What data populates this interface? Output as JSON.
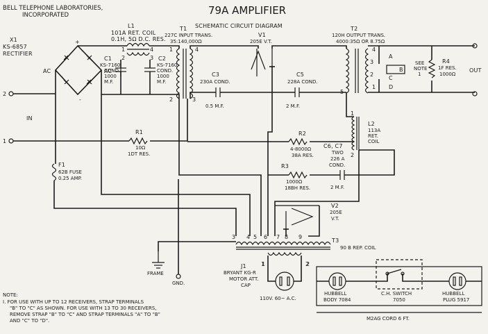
{
  "header": {
    "company_line1": "BELL TELEPHONE LABORATORIES,",
    "company_line2": "INCORPORATED",
    "title": "79A AMPLIFIER",
    "subtitle": "SCHEMATIC CIRCUIT DIAGRAM"
  },
  "rectifier": {
    "ref": "X1",
    "part": "KS-6857",
    "name": "RECTIFIER",
    "ac1": "AC",
    "ac2": "AC",
    "plus": "+",
    "minus": "-"
  },
  "coil_L1": {
    "line1": "L1",
    "line2": "101A RET. COIL",
    "line3": "0.1H, 5Ω D.C. RES."
  },
  "cap_C1": {
    "line1": "C1",
    "line2": "KS-7160",
    "line3": "COND.",
    "line4": "1000",
    "line5": "M.F."
  },
  "cap_C2": {
    "line1": "C2",
    "line2": "KS-7160",
    "line3": "COND.",
    "line4": "1000",
    "line5": "M.F."
  },
  "trans_T1": {
    "line1": "T1",
    "line2": "227C INPUT TRANS.",
    "line3": "35:140,000Ω"
  },
  "tube_V1": {
    "line1": "V1",
    "line2": "205E V.T."
  },
  "trans_T2": {
    "line1": "T2",
    "line2": "120H OUTPUT TRANS.",
    "line3": "4000:35Ω OR 8.75Ω"
  },
  "cap_C3": {
    "line1": "C3",
    "line2": "230A COND.",
    "line3": "0.5 M.F."
  },
  "cap_C5": {
    "line1": "C5",
    "line2": "228A COND.",
    "line3": "2 M.F."
  },
  "note_ref": {
    "line1": "SEE",
    "line2": "NOTE",
    "line3": "1"
  },
  "res_R4": {
    "line1": "R4",
    "line2": "1F RES.",
    "line3": "1000Ω"
  },
  "output_label": "OUT",
  "input_label": "IN",
  "res_R1": {
    "line1": "R1",
    "line2": "10Ω",
    "line3": "1DT RES."
  },
  "coil_L2": {
    "line1": "L2",
    "line2": "113A",
    "line3": "RET.",
    "line4": "COIL"
  },
  "res_R2": {
    "line1": "R2",
    "line2": "4-8000Ω",
    "line3": "38A RES."
  },
  "cap_C6C7": {
    "line1": "C6, C7",
    "line2": "TWO",
    "line3": "226 A",
    "line4": "COND."
  },
  "res_R3": {
    "line1": "R3",
    "line2": "1000Ω",
    "line3": "18BH RES."
  },
  "c6_value": "2 M.F.",
  "fuse_F1": {
    "line1": "F1",
    "line2": "62B FUSE",
    "line3": "0.25 AMP."
  },
  "tube_V2": {
    "line1": "V2",
    "line2": "205E",
    "line3": "V.T."
  },
  "coil_T3": {
    "line1": "T3",
    "line2": "90 B REP. COIL"
  },
  "ground": {
    "frame": "FRAME",
    "gnd": "GND."
  },
  "jack_J1": {
    "line1": "J1",
    "line2": "BRYANT KG-R",
    "line3": "MOTOR ATT.",
    "line4": "CAP",
    "supply": "110V. 60~ A.C."
  },
  "cord": {
    "body_line1": "HUBBELL",
    "body_line2": "BODY 7084",
    "switch_line1": "C.H. SWITCH",
    "switch_line2": "7050",
    "plug_line1": "HUBBELL",
    "plug_line2": "PLUG 5917",
    "caption": "M2AG CORD 6 FT."
  },
  "note": {
    "heading": "NOTE:",
    "line1": "I. FOR USE WITH UP TO 12 RECEIVERS, STRAP TERMINALS",
    "line2": "\"B\" TO \"C\" AS SHOWN. FOR USE WITH 13 TO 30 RECEIVERS,",
    "line3": "REMOVE STRAP \"B\" TO \"C\" AND STRAP TERMINALS \"A\" TO \"B\"",
    "line4": "AND \"C\" TO \"D\"."
  },
  "pins": {
    "input_1": "1",
    "input_2": "2",
    "t1_1": "1",
    "t1_2": "2",
    "t1_3": "3",
    "t1_4": "4",
    "l1_1": "1",
    "l1_2": "2",
    "l1_3": "3",
    "l1_4": "4",
    "t2_1": "1",
    "t2_2": "2",
    "t2_3": "3",
    "t2_4": "4",
    "t2_5": "5",
    "t2_A": "A",
    "t2_B": "B",
    "t2_C": "C",
    "t2_D": "D",
    "l2_1": "1",
    "l2_2": "2",
    "t3_3": "3",
    "t3_4": "4",
    "t3_5": "5",
    "t3_6": "6",
    "t3_7": "7",
    "t3_8": "8",
    "t3_9": "9",
    "t3_1": "1",
    "t3_2": "2",
    "j1_1": "1",
    "j1_2": "2"
  }
}
